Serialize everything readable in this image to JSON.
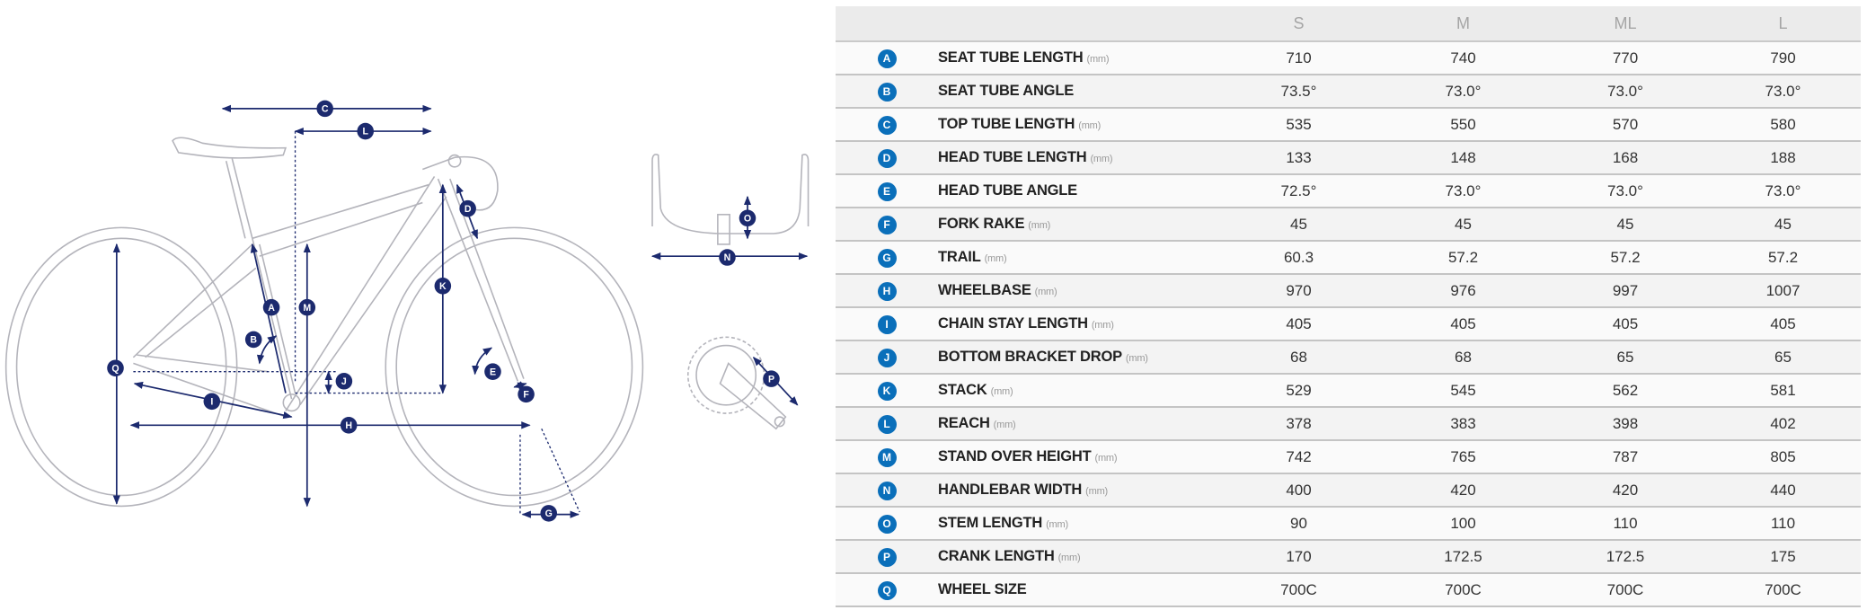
{
  "colors": {
    "badge": "#0a6fba",
    "dimension_line": "#1c2a6e",
    "header_bg": "#ebebeb"
  },
  "diagram": {
    "labels": [
      "A",
      "B",
      "C",
      "D",
      "E",
      "F",
      "G",
      "H",
      "I",
      "J",
      "K",
      "L",
      "M",
      "N",
      "O",
      "P",
      "Q"
    ]
  },
  "table": {
    "sizes": [
      "S",
      "M",
      "ML",
      "L"
    ],
    "rows": [
      {
        "key": "A",
        "label": "SEAT TUBE LENGTH",
        "unit": "(mm)",
        "values": [
          "710",
          "740",
          "770",
          "790"
        ]
      },
      {
        "key": "B",
        "label": "SEAT TUBE ANGLE",
        "unit": "",
        "values": [
          "73.5°",
          "73.0°",
          "73.0°",
          "73.0°"
        ]
      },
      {
        "key": "C",
        "label": "TOP TUBE LENGTH",
        "unit": "(mm)",
        "values": [
          "535",
          "550",
          "570",
          "580"
        ]
      },
      {
        "key": "D",
        "label": "HEAD TUBE LENGTH",
        "unit": "(mm)",
        "values": [
          "133",
          "148",
          "168",
          "188"
        ]
      },
      {
        "key": "E",
        "label": "HEAD TUBE ANGLE",
        "unit": "",
        "values": [
          "72.5°",
          "73.0°",
          "73.0°",
          "73.0°"
        ]
      },
      {
        "key": "F",
        "label": "FORK RAKE",
        "unit": "(mm)",
        "values": [
          "45",
          "45",
          "45",
          "45"
        ]
      },
      {
        "key": "G",
        "label": "TRAIL",
        "unit": "(mm)",
        "values": [
          "60.3",
          "57.2",
          "57.2",
          "57.2"
        ]
      },
      {
        "key": "H",
        "label": "WHEELBASE",
        "unit": "(mm)",
        "values": [
          "970",
          "976",
          "997",
          "1007"
        ]
      },
      {
        "key": "I",
        "label": "CHAIN STAY LENGTH",
        "unit": "(mm)",
        "values": [
          "405",
          "405",
          "405",
          "405"
        ]
      },
      {
        "key": "J",
        "label": "BOTTOM BRACKET DROP",
        "unit": "(mm)",
        "values": [
          "68",
          "68",
          "65",
          "65"
        ]
      },
      {
        "key": "K",
        "label": "STACK",
        "unit": "(mm)",
        "values": [
          "529",
          "545",
          "562",
          "581"
        ]
      },
      {
        "key": "L",
        "label": "REACH",
        "unit": "(mm)",
        "values": [
          "378",
          "383",
          "398",
          "402"
        ]
      },
      {
        "key": "M",
        "label": "STAND OVER HEIGHT",
        "unit": "(mm)",
        "values": [
          "742",
          "765",
          "787",
          "805"
        ]
      },
      {
        "key": "N",
        "label": "HANDLEBAR WIDTH",
        "unit": "(mm)",
        "values": [
          "400",
          "420",
          "420",
          "440"
        ]
      },
      {
        "key": "O",
        "label": "STEM LENGTH",
        "unit": "(mm)",
        "values": [
          "90",
          "100",
          "110",
          "110"
        ]
      },
      {
        "key": "P",
        "label": "CRANK LENGTH",
        "unit": "(mm)",
        "values": [
          "170",
          "172.5",
          "172.5",
          "175"
        ]
      },
      {
        "key": "Q",
        "label": "WHEEL SIZE",
        "unit": "",
        "values": [
          "700C",
          "700C",
          "700C",
          "700C"
        ]
      }
    ]
  }
}
